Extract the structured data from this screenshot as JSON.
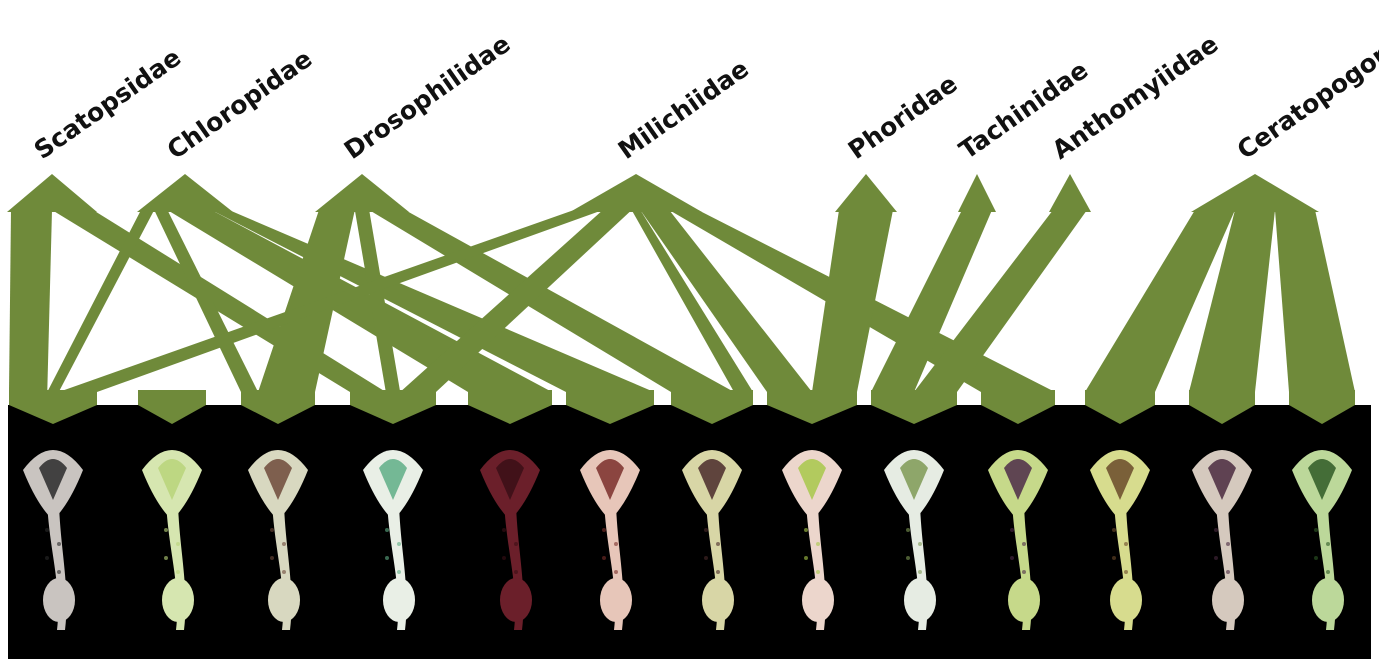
{
  "colors": {
    "band": "#6f8a3a",
    "background": "#ffffff",
    "photo_strip": "#000000",
    "label": "#111111"
  },
  "families": [
    {
      "name": "Scatopsidae"
    },
    {
      "name": "Chloropidae"
    },
    {
      "name": "Drosophilidae"
    },
    {
      "name": "Milichiidae"
    },
    {
      "name": "Phoridae"
    },
    {
      "name": "Tachinidae"
    },
    {
      "name": "Anthomyiidae"
    },
    {
      "name": "Ceratopogonidae"
    }
  ],
  "flowers": [
    {
      "icon": "mottled-starry-flower-icon",
      "color": "#c9c4c0",
      "accent": "#2a2a2a"
    },
    {
      "icon": "pale-cage-flower-icon",
      "color": "#d6e6b0",
      "accent": "#b9d47a"
    },
    {
      "icon": "striped-hood-flower-icon",
      "color": "#d8d8c0",
      "accent": "#6e4a3a"
    },
    {
      "icon": "fringed-trumpet-flower-icon",
      "color": "#e9efe6",
      "accent": "#5fae86"
    },
    {
      "icon": "maroon-cluster-flower-icon",
      "color": "#6b1f2a",
      "accent": "#3a0f16"
    },
    {
      "icon": "spotted-funnel-flower-icon",
      "color": "#e7c6b9",
      "accent": "#7a2e2a"
    },
    {
      "icon": "green-purple-tube-flower-icon",
      "color": "#d8d6a6",
      "accent": "#4a2a2a"
    },
    {
      "icon": "pink-curved-flower-icon",
      "color": "#ecd6cc",
      "accent": "#a8c84a"
    },
    {
      "icon": "white-veined-flower-icon",
      "color": "#e6ece3",
      "accent": "#7e9a55"
    },
    {
      "icon": "lime-lantern-flower-icon",
      "color": "#c6d98a",
      "accent": "#4c2a48"
    },
    {
      "icon": "yellow-lantern-flower-icon",
      "color": "#d7dc8e",
      "accent": "#6a4a2a"
    },
    {
      "icon": "pale-twist-flower-icon",
      "color": "#d5c9be",
      "accent": "#4a2a40"
    },
    {
      "icon": "green-slender-flower-icon",
      "color": "#bcd89a",
      "accent": "#2f5a26"
    }
  ],
  "links": [
    {
      "family": 0,
      "flower": 0,
      "weight": 1.0
    },
    {
      "family": 0,
      "flower": 3,
      "weight": 1.0
    },
    {
      "family": 1,
      "flower": 0,
      "weight": 0.3
    },
    {
      "family": 1,
      "flower": 2,
      "weight": 0.3
    },
    {
      "family": 1,
      "flower": 4,
      "weight": 1.0
    },
    {
      "family": 1,
      "flower": 5,
      "weight": 0.4
    },
    {
      "family": 2,
      "flower": 2,
      "weight": 1.0
    },
    {
      "family": 2,
      "flower": 3,
      "weight": 0.4
    },
    {
      "family": 2,
      "flower": 6,
      "weight": 1.0
    },
    {
      "family": 3,
      "flower": 0,
      "weight": 1.0
    },
    {
      "family": 3,
      "flower": 3,
      "weight": 1.0
    },
    {
      "family": 3,
      "flower": 6,
      "weight": 0.3
    },
    {
      "family": 3,
      "flower": 7,
      "weight": 1.0
    },
    {
      "family": 3,
      "flower": 9,
      "weight": 1.0
    },
    {
      "family": 4,
      "flower": 7,
      "weight": 1.0
    },
    {
      "family": 5,
      "flower": 8,
      "weight": 1.0
    },
    {
      "family": 6,
      "flower": 8,
      "weight": 1.0
    },
    {
      "family": 7,
      "flower": 10,
      "weight": 1.0
    },
    {
      "family": 7,
      "flower": 11,
      "weight": 1.0
    },
    {
      "family": 7,
      "flower": 12,
      "weight": 1.0
    }
  ]
}
